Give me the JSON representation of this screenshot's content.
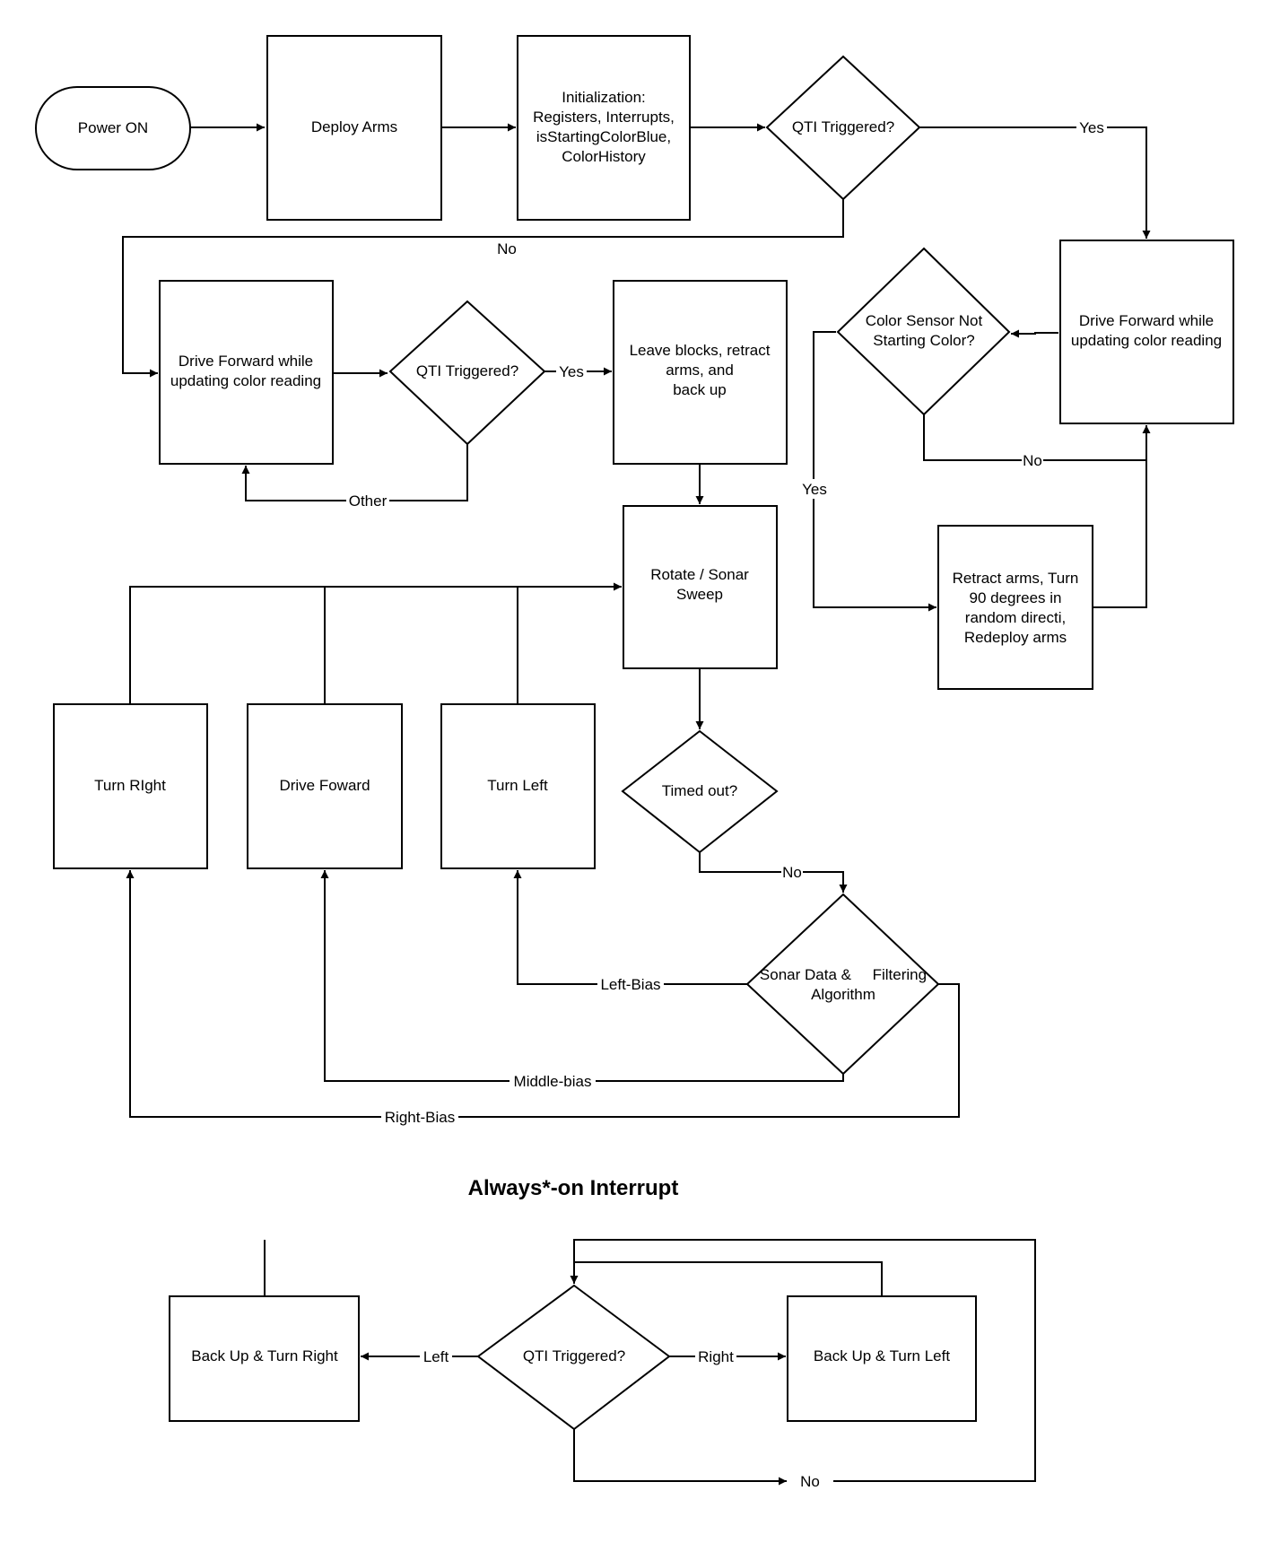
{
  "diagram": {
    "nodes": {
      "power_on": [
        "Power ON"
      ],
      "deploy_arms": [
        "Deploy Arms"
      ],
      "init": [
        "Initialization:",
        "Registers, Interrupts,",
        "isStartingColorBlue,",
        "ColorHistory"
      ],
      "qti1": [
        "QTI Triggered?"
      ],
      "drive_left": [
        "Drive Forward while",
        "updating color reading"
      ],
      "qti2": [
        "QTI Triggered?"
      ],
      "leave_blocks": [
        "Leave blocks, retract",
        "arms, and",
        "back up"
      ],
      "drive_right": [
        "Drive Forward while",
        "updating color reading"
      ],
      "color_sensor": [
        "Color Sensor Not",
        "Starting Color?"
      ],
      "retract_turn": [
        "Retract arms, Turn",
        "90 degrees in",
        "random directi,",
        "Redeploy arms"
      ],
      "rotate_sonar": [
        "Rotate / Sonar",
        "Sweep"
      ],
      "timed_out": [
        "Timed out?"
      ],
      "sonar_filter": [
        "Sonar Data &     Filtering",
        "Algorithm"
      ],
      "turn_right": [
        "Turn RIght"
      ],
      "drive_foward": [
        "Drive Foward"
      ],
      "turn_left": [
        "Turn Left"
      ],
      "qti3": [
        "QTI Triggered?"
      ],
      "backup_right": [
        "Back Up & Turn Right"
      ],
      "backup_left": [
        "Back Up & Turn Left"
      ]
    },
    "edge_labels": {
      "qti1_yes": "Yes",
      "qti1_no": "No",
      "qti2_yes": "Yes",
      "qti2_other": "Other",
      "color_no": "No",
      "color_yes": "Yes",
      "timed_no": "No",
      "left_bias": "Left-Bias",
      "middle_bias": "Middle-bias",
      "right_bias": "Right-Bias",
      "qti3_left": "Left",
      "qti3_right": "Right",
      "qti3_no": "No"
    },
    "section_title": "Always*-on Interrupt"
  }
}
